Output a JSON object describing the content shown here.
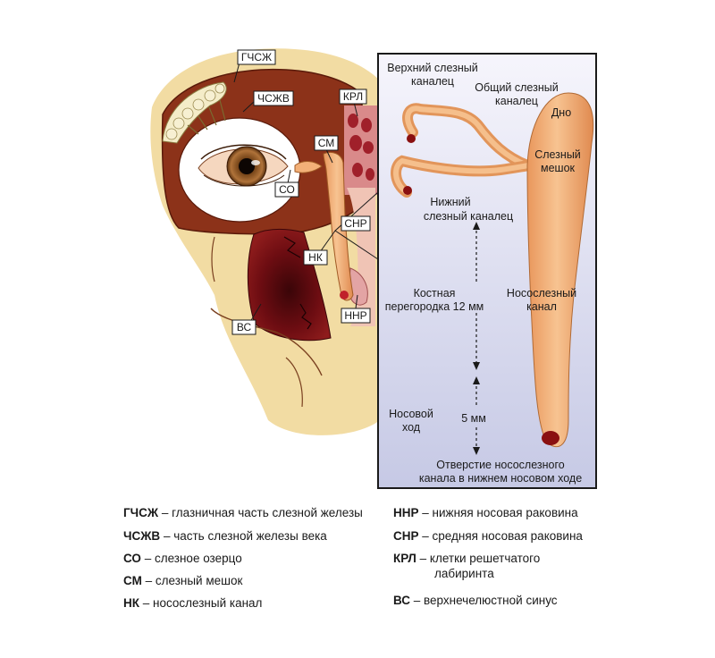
{
  "labels": {
    "gchszh": "ГЧСЖ",
    "chszhv": "ЧСЖВ",
    "krl": "КРЛ",
    "sm": "СМ",
    "so": "СО",
    "snr": "СНР",
    "nk": "НК",
    "nnr": "ННР",
    "vs": "ВС"
  },
  "detail": {
    "upper_canal_line1": "Верхний слезный",
    "upper_canal_line2": "каналец",
    "common_canal_line1": "Общий слезный",
    "common_canal_line2": "каналец",
    "fundus": "Дно",
    "sac_line1": "Слезный",
    "sac_line2": "мешок",
    "lower_canal_line1": "Нижний",
    "lower_canal_line2": "слезный каналец",
    "bone_septum_line1": "Костная",
    "bone_septum_line2": "перегородка 12 мм",
    "nasolacrimal_line1": "Носослезный",
    "nasolacrimal_line2": "канал",
    "nasal_passage_line1": "Носовой",
    "nasal_passage_line2": "ход",
    "five_mm": "5 мм",
    "opening_line1": "Отверстие носослезного",
    "opening_line2": "канала в нижнем носовом ходе"
  },
  "legend": [
    {
      "abbr": "ГЧСЖ",
      "desc": "– глазничная часть слезной железы"
    },
    {
      "abbr": "ЧСЖВ",
      "desc": "– часть слезной железы века"
    },
    {
      "abbr": "СО",
      "desc": "– слезное озерцо"
    },
    {
      "abbr": "СМ",
      "desc": "– слезный мешок"
    },
    {
      "abbr": "НК",
      "desc": "– носослезный канал"
    },
    {
      "abbr": "ННР",
      "desc": "– нижняя носовая раковина"
    },
    {
      "abbr": "СНР",
      "desc": "– средняя носовая раковина"
    },
    {
      "abbr": "КРЛ",
      "desc": "– клетки решетчатого"
    },
    {
      "abbr": "",
      "desc": "лабиринта"
    },
    {
      "abbr": "ВС",
      "desc": "– верхнечелюстной синус"
    }
  ],
  "colors": {
    "skin": "#f2dca3",
    "bone": "#8c3219",
    "sac": "#f3b078",
    "panel_top": "#f5f4fb",
    "panel_bottom": "#c8cbe6"
  }
}
